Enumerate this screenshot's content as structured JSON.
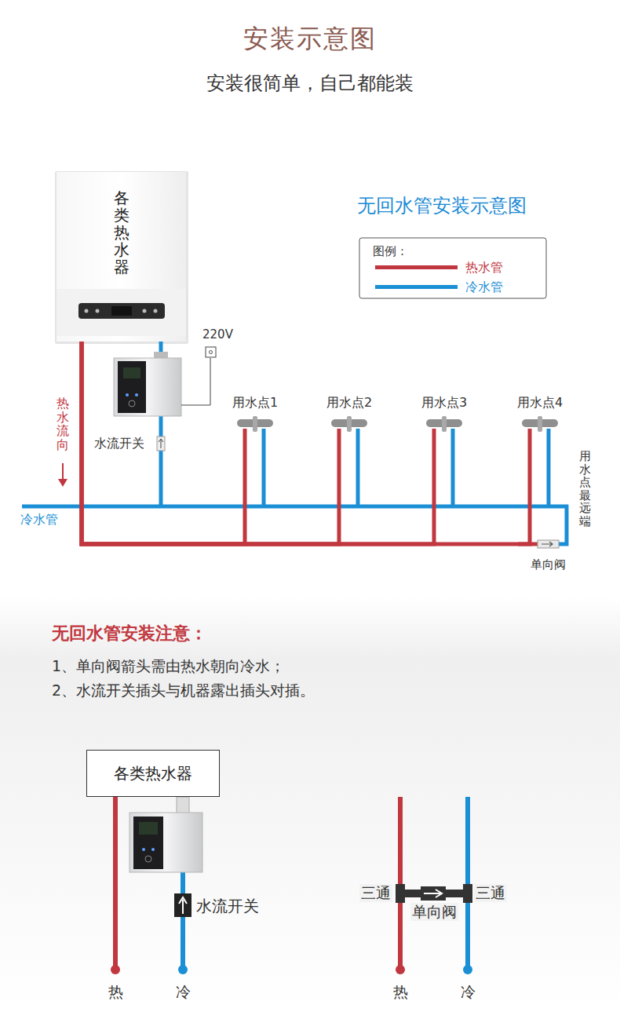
{
  "diagram": {
    "title": "安装示意图",
    "nodes": [
      {
        "text": [
          "各类热水器"
        ]
      },
      {
        "text": [
          "用水点1"
        ]
      },
      {
        "text": [
          "用水点2"
        ]
      },
      {
        "text": [
          "用水点3"
        ]
      },
      {
        "text": [
          "用水点4"
        ]
      },
      {
        "text": [
          "各类热水器"
        ]
      }
    ],
    "edges": [
      {
        "from": 0,
        "to": 1,
        "arrow": "none"
      },
      {
        "from": 0,
        "to": 2,
        "arrow": "none"
      },
      {
        "from": 0,
        "to": 3,
        "arrow": "none"
      },
      {
        "from": 0,
        "to": 4,
        "arrow": "none"
      }
    ],
    "labels": [
      "安装很简单，自己都能装",
      "无回水管安装示意图",
      "图例：",
      "220V",
      "热水流向",
      "水流开关",
      "冷水管",
      "用水点最远端",
      "单向阀",
      "无回水管安装注意：",
      "1、单向阀箭头需由热水朝向冷水；",
      "2、水流开关插头与机器露出插头对插。",
      "水流开关",
      "热",
      "冷",
      "三通",
      "三通",
      "单向阀",
      "热",
      "冷"
    ],
    "legend": [
      {
        "text": "热水管",
        "color": "#c1373f"
      },
      {
        "text": "冷水管",
        "color": "#1a8fd5"
      }
    ]
  }
}
